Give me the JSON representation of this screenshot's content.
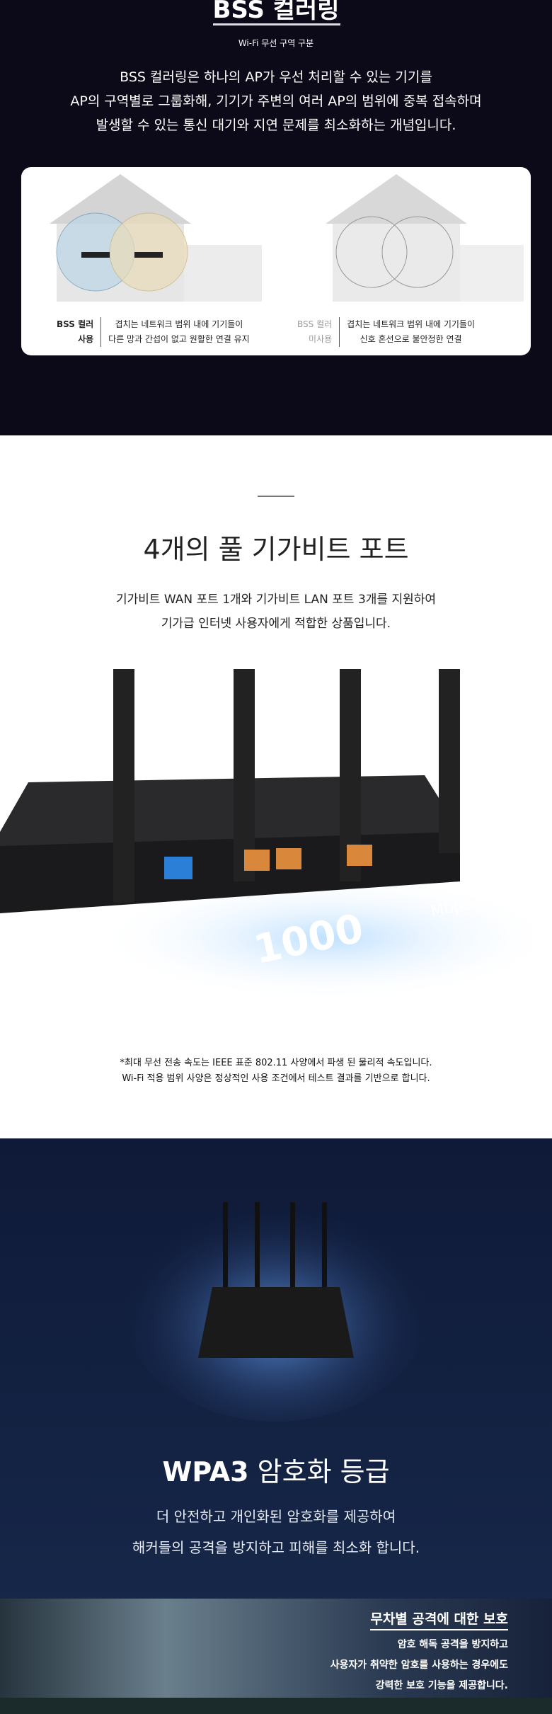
{
  "bss": {
    "title": "BSS 컬러링",
    "subtitle": "Wi-Fi 무선 구역 구분",
    "desc": [
      "BSS 컬러링은 하나의 AP가 우선 처리할 수 있는 기기를",
      "AP의 구역별로 그룹화해, 기기가 주변의 여러 AP의 범위에 중복 접속하며",
      "발생할 수 있는 통신 대기와 지연 문제를 최소화하는 개념입니다."
    ],
    "on": {
      "label": [
        "BSS 컬러",
        "사용"
      ],
      "text": [
        "겹치는 네트워크 범위 내에 기기들이",
        "다른 망과 간섭이 없고 원활한 연결 유지"
      ]
    },
    "off": {
      "label": [
        "BSS 컬러",
        "미사용"
      ],
      "text": [
        "겹치는 네트워크 범위 내에 기기들이",
        "신호 혼선으로 불안정한 연결"
      ]
    }
  },
  "ports": {
    "title": "4개의 풀 기가비트 포트",
    "desc": [
      "기가비트 WAN 포트 1개와 기가비트 LAN 포트 3개를 지원하여",
      "기가급 인터넷 사용자에게 적합한 상품입니다."
    ],
    "speed": "1000",
    "unit": "Mbps",
    "note": [
      "*최대 무선 전송 속도는 IEEE 표준 802.11 사양에서 파생 된 물리적 속도입니다.",
      "Wi-Fi 적용 범위 사양은 정상적인 사용 조건에서 테스트 결과를 기반으로 합니다."
    ]
  },
  "wpa3": {
    "title_bold": "WPA3",
    "title_rest": " 암호화 등급",
    "desc": [
      "더 안전하고 개인화된 암호화를 제공하여",
      "해커들의 공격을 방지하고 피해를 최소화 합니다."
    ],
    "banner": {
      "heading": "무차별 공격에 대한 보호",
      "lines": [
        "암호 해독 공격을 방지하고",
        "사용자가 취약한 암호를 사용하는 경우에도",
        "강력한 보호 기능을 제공합니다."
      ]
    }
  }
}
